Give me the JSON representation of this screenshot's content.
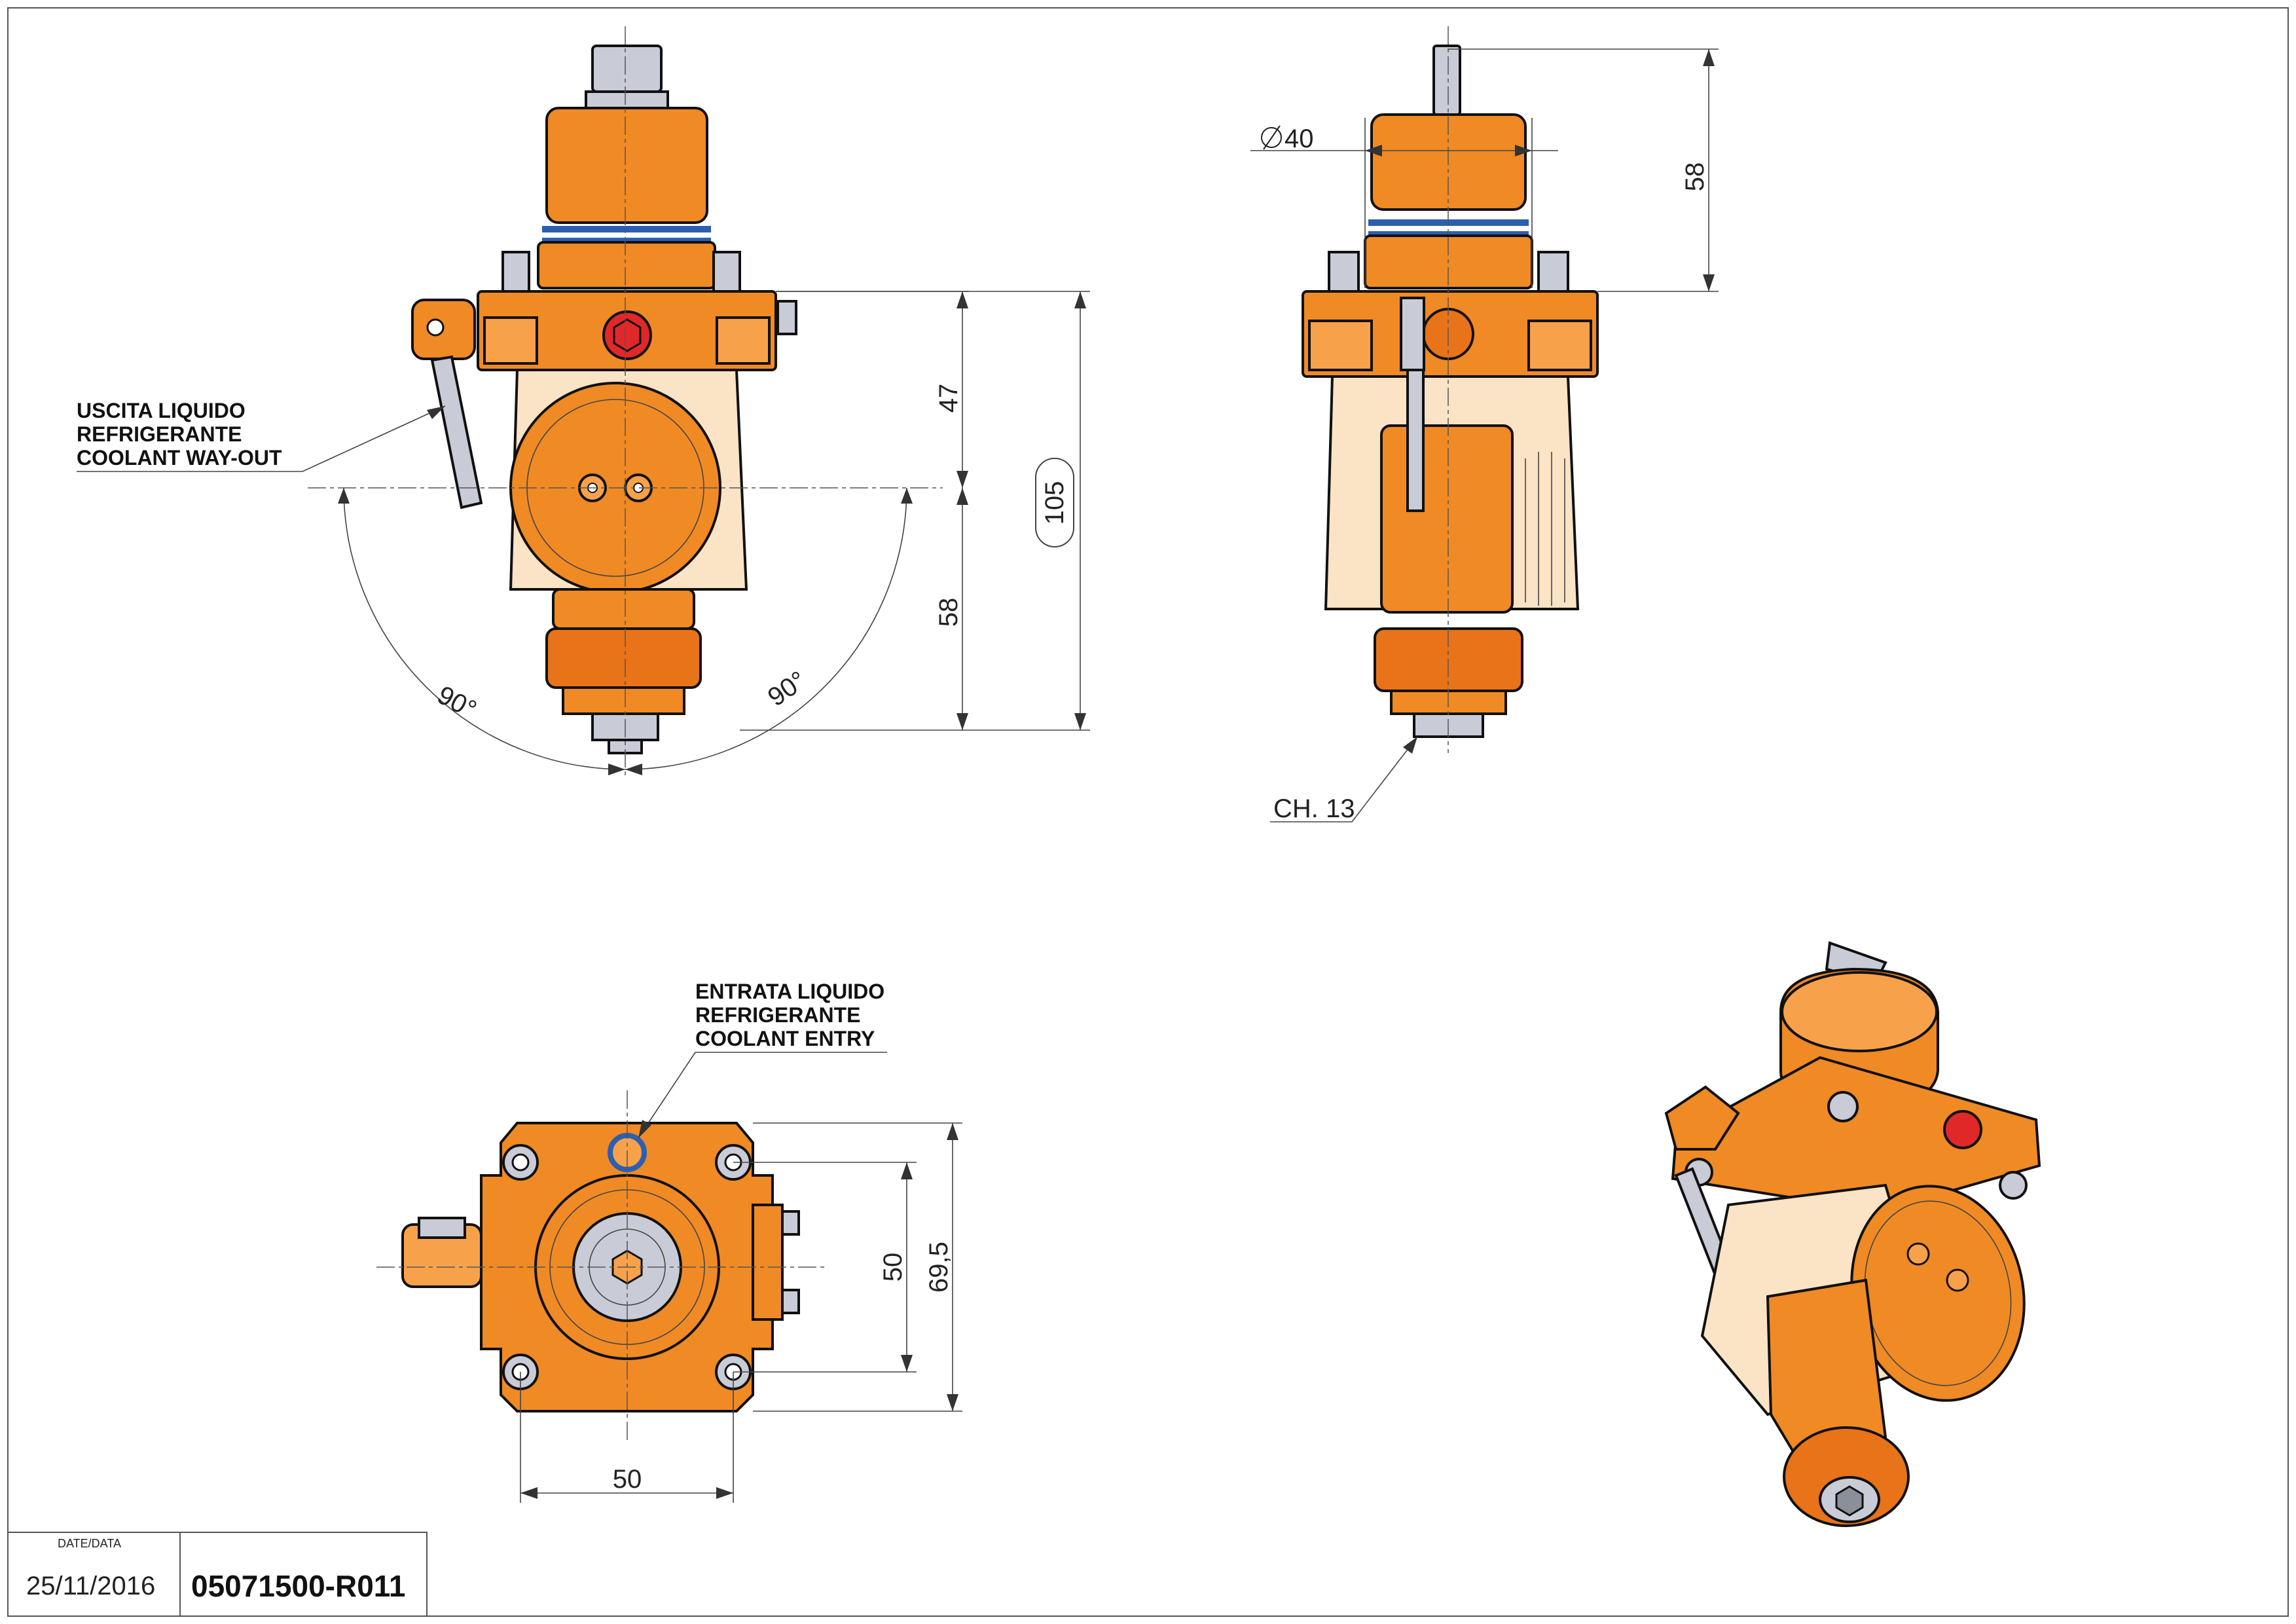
{
  "drawing": {
    "views": [
      "front-view",
      "side-view",
      "bottom-view",
      "isometric-view"
    ]
  },
  "notes": {
    "coolant_out": [
      "USCITA LIQUIDO",
      "REFRIGERANTE",
      "COOLANT WAY-OUT"
    ],
    "coolant_in": [
      "ENTRATA LIQUIDO",
      "REFRIGERANTE",
      "COOLANT ENTRY"
    ]
  },
  "dimensions": {
    "front_47": "47",
    "front_58": "58",
    "front_105": "105",
    "angle_left": "90°",
    "angle_right": "90°",
    "side_diameter": "40",
    "side_58": "58",
    "wrench": "CH. 13",
    "bottom_50_vertical": "50",
    "bottom_69_5": "69,5",
    "bottom_50_horizontal": "50"
  },
  "title_block": {
    "date_label": "DATE/DATA",
    "date_value": "25/11/2016",
    "part_number": "05071500-R011"
  },
  "colors": {
    "body_orange": "#f08a24",
    "coolant_red": "#e02828",
    "o_ring_blue": "#2d5fb0",
    "steel": "#c9ccd6"
  }
}
